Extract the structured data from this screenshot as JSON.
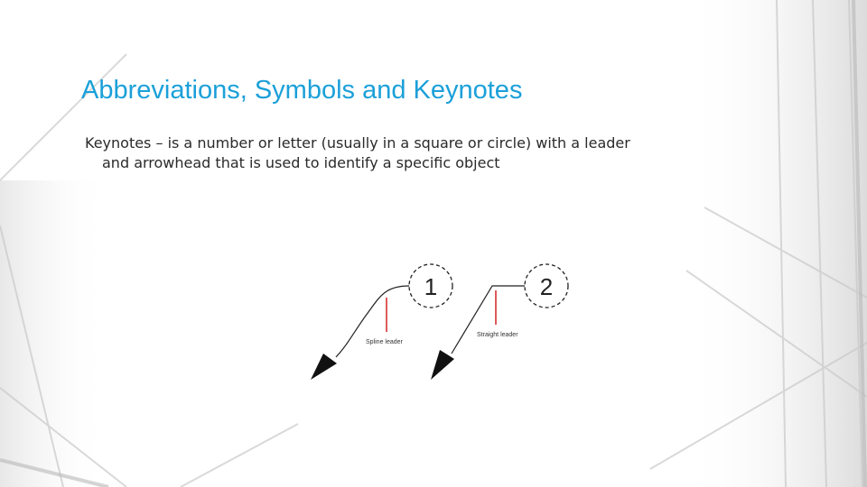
{
  "slide": {
    "title": "Abbreviations, Symbols and Keynotes",
    "body_line1": "Keynotes – is a number or letter (usually in a square or circle) with a leader",
    "body_line2": "and arrowhead that is used to identify a specific object"
  },
  "diagram": {
    "keynote_1": "1",
    "keynote_2": "2",
    "spline_label": "Spline leader",
    "straight_label": "Straight leader"
  },
  "colors": {
    "title": "#1ba0d9",
    "body": "#2a2a2a",
    "leader_marker": "#cc0000"
  }
}
